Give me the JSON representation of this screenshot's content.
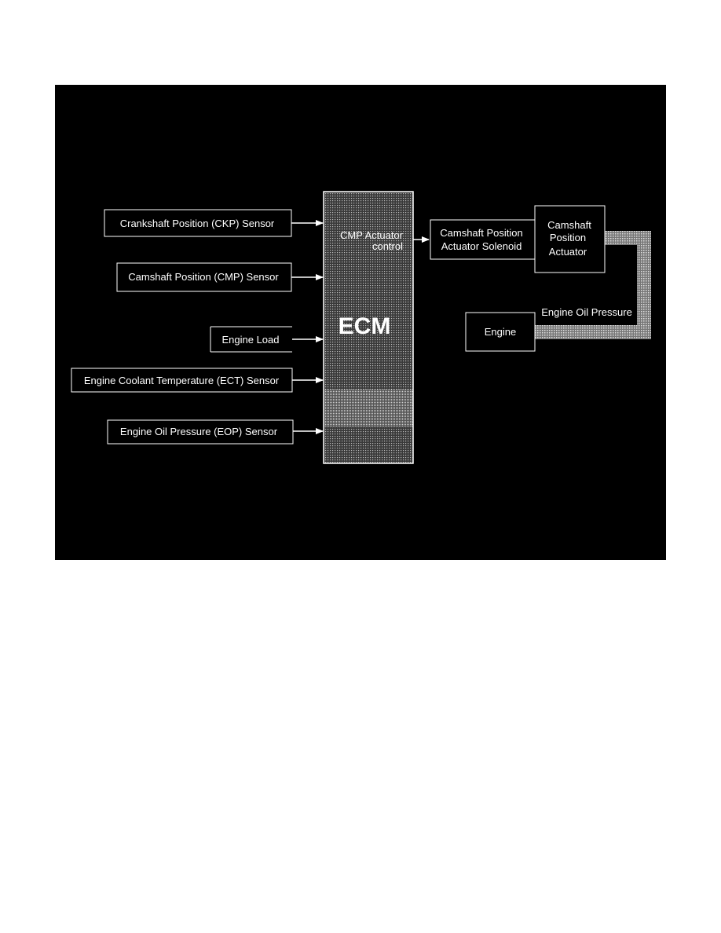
{
  "diagram": {
    "inputs": [
      {
        "label": "Crankshaft Position (CKP) Sensor"
      },
      {
        "label": "Camshaft Position (CMP) Sensor"
      },
      {
        "label": "Engine Load"
      },
      {
        "label": "Engine Coolant Temperature (ECT) Sensor"
      },
      {
        "label": "Engine Oil Pressure (EOP) Sensor"
      }
    ],
    "ecm": {
      "label": "ECM",
      "output_label_line1": "CMP Actuator",
      "output_label_line2": "control"
    },
    "solenoid": {
      "line1": "Camshaft Position",
      "line2": "Actuator Solenoid"
    },
    "actuator": {
      "line1": "Camshaft",
      "line2": "Position",
      "line3": "Actuator"
    },
    "engine": {
      "label": "Engine"
    },
    "oil_pressure_label": "Engine Oil Pressure"
  }
}
